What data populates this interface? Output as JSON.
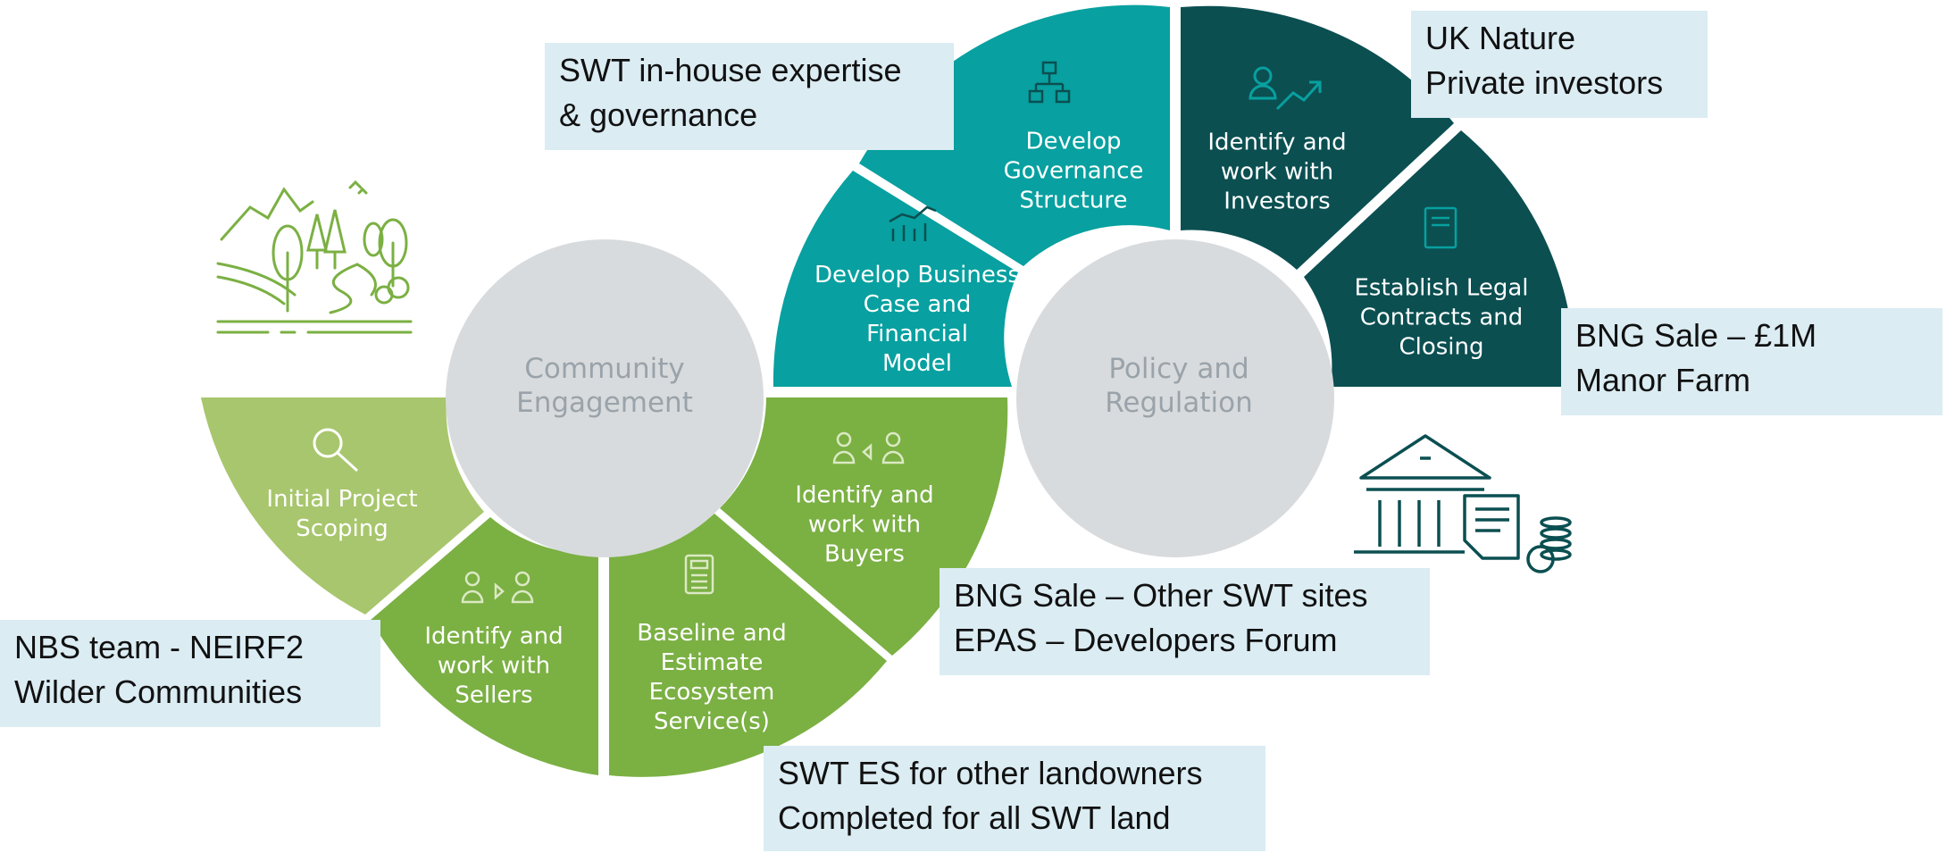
{
  "colors": {
    "light_green": "#a8c66d",
    "green": "#7bb043",
    "teal": "#08a0a0",
    "dark_teal": "#0b4f51",
    "hub_grey": "#d8dbdd",
    "callout_bg": "#dbecf3",
    "icon_green": "#7bb043",
    "icon_teal": "#0b5e5e"
  },
  "hubs": {
    "left": "Community\nEngagement",
    "right": "Policy and\nRegulation"
  },
  "segments": {
    "initial_scoping": "Initial Project\nScoping",
    "sellers": "Identify and\nwork with\nSellers",
    "baseline": "Baseline and\nEstimate\nEcosystem\nService(s)",
    "buyers": "Identify and\nwork with\nBuyers",
    "business_case": "Develop Business\nCase and\nFinancial\nModel",
    "governance": "Develop\nGovernance\nStructure",
    "investors": "Identify and\nwork with\nInvestors",
    "legal": "Establish Legal\nContracts and\nClosing"
  },
  "icons": {
    "initial_scoping": "magnifier-icon",
    "sellers": "people-exchange-icon",
    "baseline": "calculator-icon",
    "buyers": "people-exchange-icon",
    "business_case": "chart-icon",
    "governance": "org-chart-icon",
    "investors": "investor-growth-icon",
    "legal": "contract-icon",
    "landscape": "landscape-icon",
    "institution": "bank-building-icon"
  },
  "callouts": {
    "expertise": {
      "line1": "SWT in-house expertise",
      "line2": "& governance"
    },
    "uk_nature": {
      "line1": "UK Nature",
      "line2": "Private investors"
    },
    "bng_manor": {
      "line1": "BNG Sale – £1M",
      "line2": "Manor Farm"
    },
    "bng_other": {
      "line1": "BNG Sale – Other SWT sites",
      "line2": "EPAS – Developers Forum"
    },
    "nbs_team": {
      "line1": "NBS team - NEIRF2",
      "line2": "Wilder Communities"
    },
    "swt_es": {
      "line1": "SWT ES for other landowners",
      "line2": "Completed for all SWT land"
    }
  }
}
